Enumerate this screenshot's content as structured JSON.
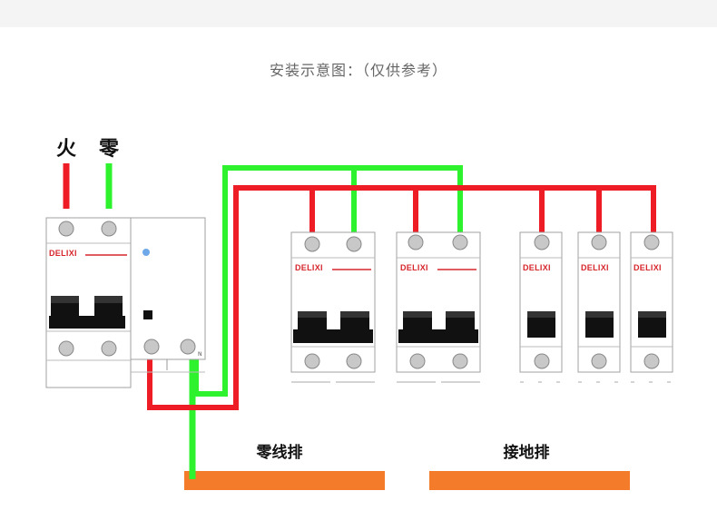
{
  "title": "安装示意图：（仅供参考）",
  "labels": {
    "live": "火",
    "neutral": "零",
    "neutral_bar": "零线排",
    "ground_bar": "接地排",
    "n_mark": "N"
  },
  "brand": "DELIXI",
  "colors": {
    "live_wire": "#ee1c24",
    "neutral_wire": "#2ef22e",
    "bus_bar": "#f47b2a",
    "brand_red": "#d6262b",
    "breaker_body": "#ffffff",
    "breaker_border": "#9a9a9a",
    "terminal": "#c8c8c8",
    "handle": "#111111"
  },
  "breakers": [
    {
      "id": "main",
      "poles": 2
    },
    {
      "id": "rcd-module",
      "poles": 2
    },
    {
      "id": "branch-2p-a",
      "poles": 2
    },
    {
      "id": "branch-2p-b",
      "poles": 2
    },
    {
      "id": "branch-1p-a",
      "poles": 1
    },
    {
      "id": "branch-1p-b",
      "poles": 1
    },
    {
      "id": "branch-1p-c",
      "poles": 1
    }
  ]
}
